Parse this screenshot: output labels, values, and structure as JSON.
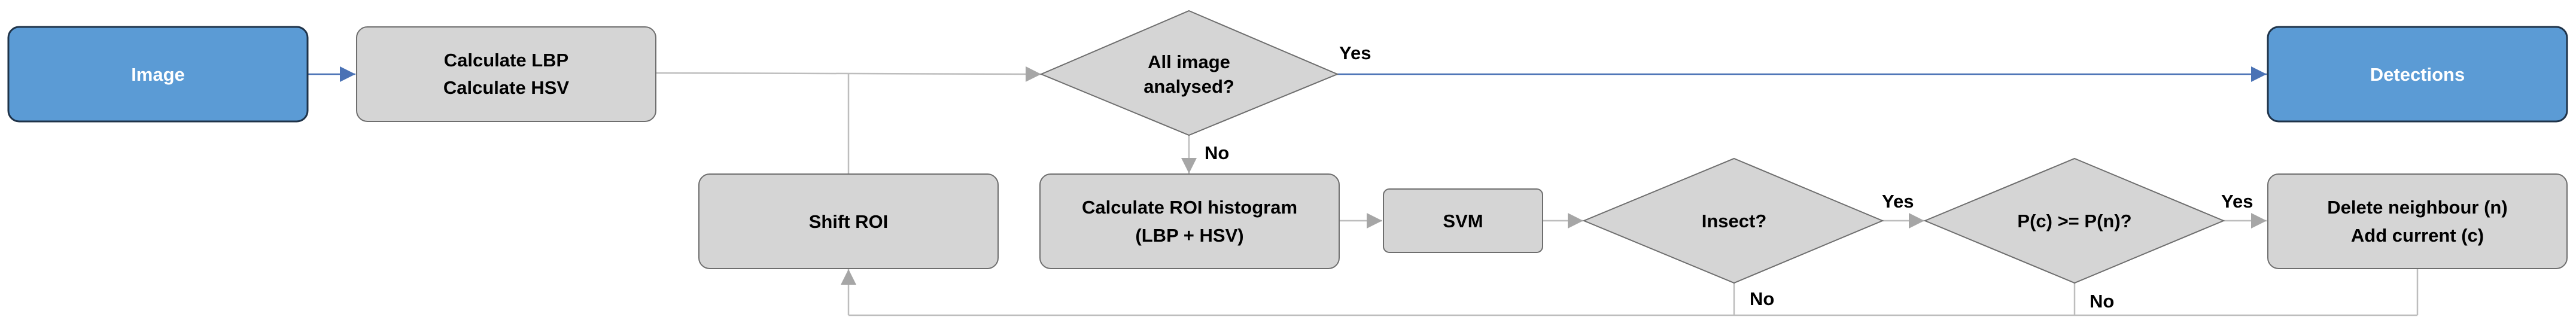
{
  "colors": {
    "io_node_fill": "#5b9bd5",
    "io_node_border": "#1f3349",
    "process_node_fill": "#d5d5d5",
    "gray_connector": "#bdbdbd",
    "blue_connector": "#4a72b5"
  },
  "nodes": {
    "image": {
      "label": "Image"
    },
    "calculate": {
      "lines": [
        "Calculate LBP",
        "Calculate HSV"
      ]
    },
    "all_analysed": {
      "lines": [
        "All image",
        "analysed?"
      ]
    },
    "detections": {
      "label": "Detections"
    },
    "shift_roi": {
      "label": "Shift ROI"
    },
    "roi_histogram": {
      "lines": [
        "Calculate ROI histogram",
        "(LBP + HSV)"
      ]
    },
    "svm": {
      "label": "SVM"
    },
    "insect": {
      "label": "Insect?"
    },
    "compare": {
      "label": "P(c) >= P(n)?"
    },
    "update": {
      "lines": [
        "Delete neighbour (n)",
        "Add current (c)"
      ]
    }
  },
  "edge_labels": {
    "all_analysed_yes": "Yes",
    "all_analysed_no": "No",
    "insect_yes": "Yes",
    "insect_no": "No",
    "compare_yes": "Yes",
    "compare_no": "No"
  }
}
